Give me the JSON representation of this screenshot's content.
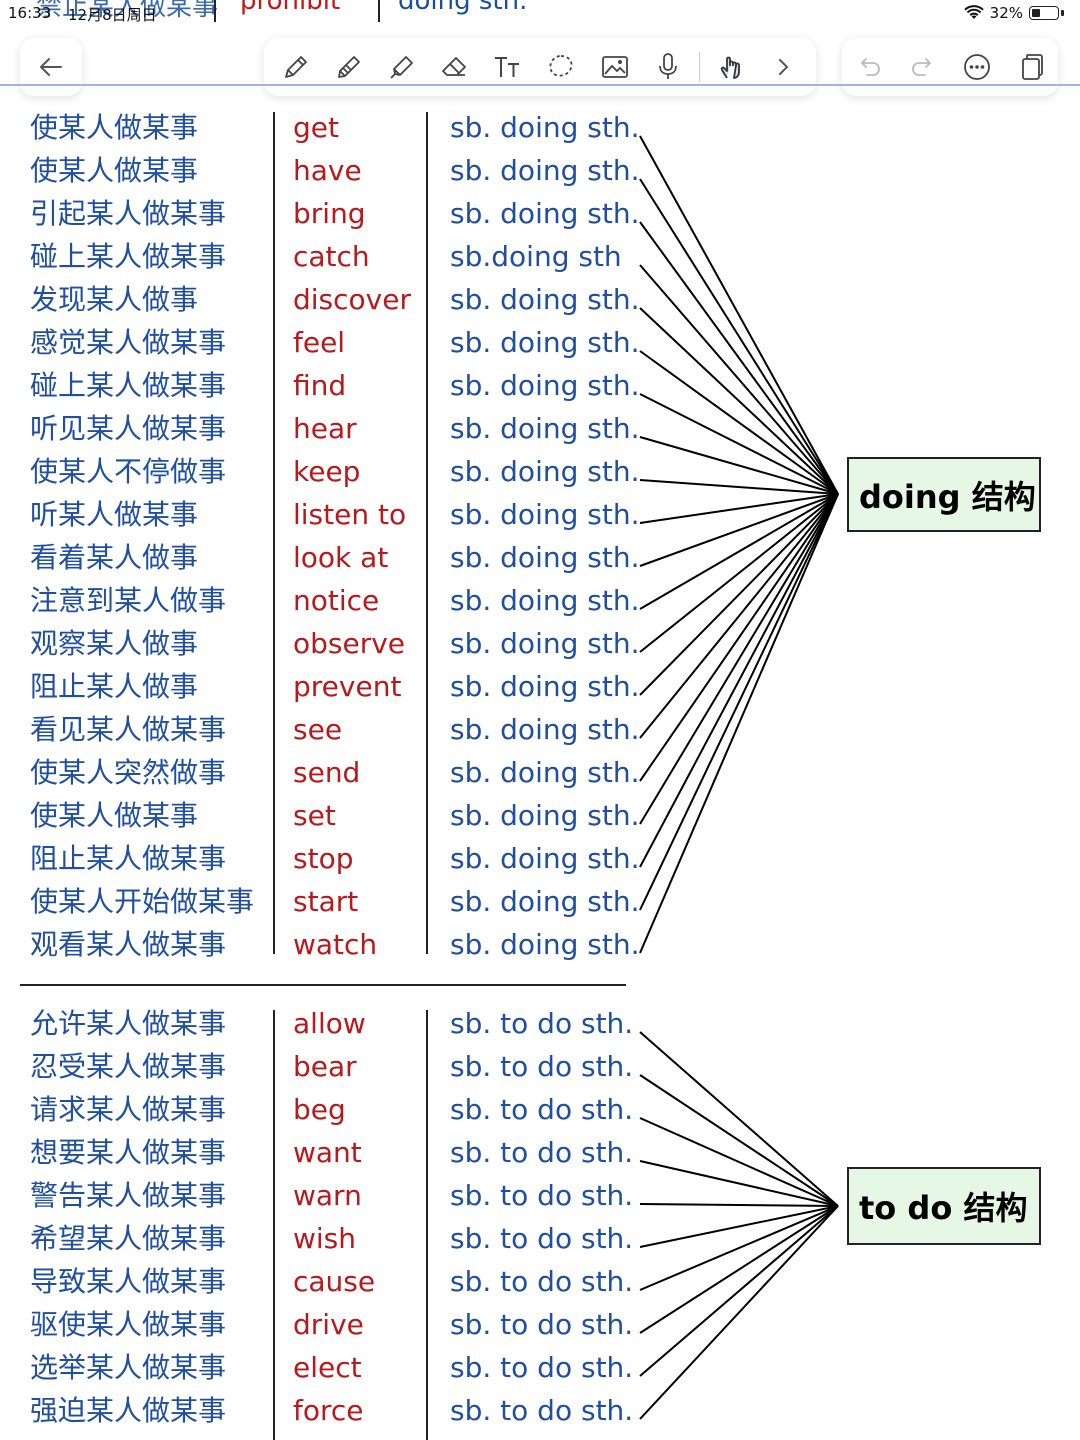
{
  "status": {
    "time": "16:33",
    "date": "12月8日周日",
    "battery": "32%",
    "battery_level": 0.32
  },
  "top_peek": {
    "cn": "禁止某人做某事",
    "verb": "prohibit",
    "pattern": "doing sth.",
    "more": "..."
  },
  "toolbar": {
    "back_icon": "arrow-left-icon",
    "tools": [
      "pen-icon",
      "pencil-icon",
      "marker-icon",
      "eraser-icon",
      "text-tool-icon",
      "lasso-icon",
      "image-icon",
      "microphone-icon",
      "hand-touch-icon",
      "chevron-right-icon"
    ],
    "right": [
      "undo-icon",
      "redo-icon",
      "more-icon",
      "pages-icon"
    ]
  },
  "doing_section": {
    "label": "doing 结构",
    "rows": [
      {
        "cn": "使某人做某事",
        "verb": "get",
        "pattern": "sb. doing sth."
      },
      {
        "cn": "使某人做某事",
        "verb": "have",
        "pattern": "sb. doing sth."
      },
      {
        "cn": "引起某人做某事",
        "verb": "bring",
        "pattern": "sb. doing sth."
      },
      {
        "cn": "碰上某人做某事",
        "verb": "catch",
        "pattern": "sb.doing sth"
      },
      {
        "cn": "发现某人做事",
        "verb": "discover",
        "pattern": "sb. doing sth."
      },
      {
        "cn": "感觉某人做某事",
        "verb": "feel",
        "pattern": "sb. doing sth."
      },
      {
        "cn": "碰上某人做某事",
        "verb": "find",
        "pattern": "sb. doing sth."
      },
      {
        "cn": "听见某人做某事",
        "verb": "hear",
        "pattern": "sb. doing sth."
      },
      {
        "cn": "使某人不停做事",
        "verb": "keep",
        "pattern": "sb. doing sth."
      },
      {
        "cn": "听某人做某事",
        "verb": "listen to",
        "pattern": "sb. doing sth."
      },
      {
        "cn": "看着某人做事",
        "verb": "look at",
        "pattern": "sb. doing sth."
      },
      {
        "cn": "注意到某人做事",
        "verb": "notice",
        "pattern": "sb. doing sth."
      },
      {
        "cn": "观察某人做事",
        "verb": "observe",
        "pattern": "sb. doing sth."
      },
      {
        "cn": "阻止某人做事",
        "verb": "prevent",
        "pattern": "sb. doing sth."
      },
      {
        "cn": "看见某人做某事",
        "verb": "see",
        "pattern": "sb. doing sth."
      },
      {
        "cn": "使某人突然做事",
        "verb": "send",
        "pattern": "sb. doing sth."
      },
      {
        "cn": "使某人做某事",
        "verb": "set",
        "pattern": "sb. doing sth."
      },
      {
        "cn": "阻止某人做某事",
        "verb": "stop",
        "pattern": "sb. doing sth."
      },
      {
        "cn": "使某人开始做某事",
        "verb": "start",
        "pattern": "sb. doing sth."
      },
      {
        "cn": "观看某人做某事",
        "verb": "watch",
        "pattern": "sb. doing sth."
      }
    ]
  },
  "todo_section": {
    "label": "to do 结构",
    "rows": [
      {
        "cn": "允许某人做某事",
        "verb": "allow",
        "pattern": "sb. to do sth."
      },
      {
        "cn": "忍受某人做某事",
        "verb": "bear",
        "pattern": "sb. to do sth."
      },
      {
        "cn": "请求某人做某事",
        "verb": "beg",
        "pattern": "sb. to do sth."
      },
      {
        "cn": "想要某人做某事",
        "verb": "want",
        "pattern": "sb. to do sth."
      },
      {
        "cn": "警告某人做某事",
        "verb": "warn",
        "pattern": "sb. to do sth."
      },
      {
        "cn": "希望某人做某事",
        "verb": "wish",
        "pattern": "sb. to do sth."
      },
      {
        "cn": "导致某人做某事",
        "verb": "cause",
        "pattern": "sb. to do sth."
      },
      {
        "cn": "驱使某人做某事",
        "verb": "drive",
        "pattern": "sb. to do sth."
      },
      {
        "cn": "选举某人做某事",
        "verb": "elect",
        "pattern": "sb. to do sth."
      },
      {
        "cn": "强迫某人做某事",
        "verb": "force",
        "pattern": "sb. to do sth."
      }
    ]
  },
  "colors": {
    "chinese_text": "#1f4f9e",
    "verb_text": "#b8191c",
    "pattern_text": "#1f4f9e",
    "tag_fill": "#e6f7e6"
  }
}
